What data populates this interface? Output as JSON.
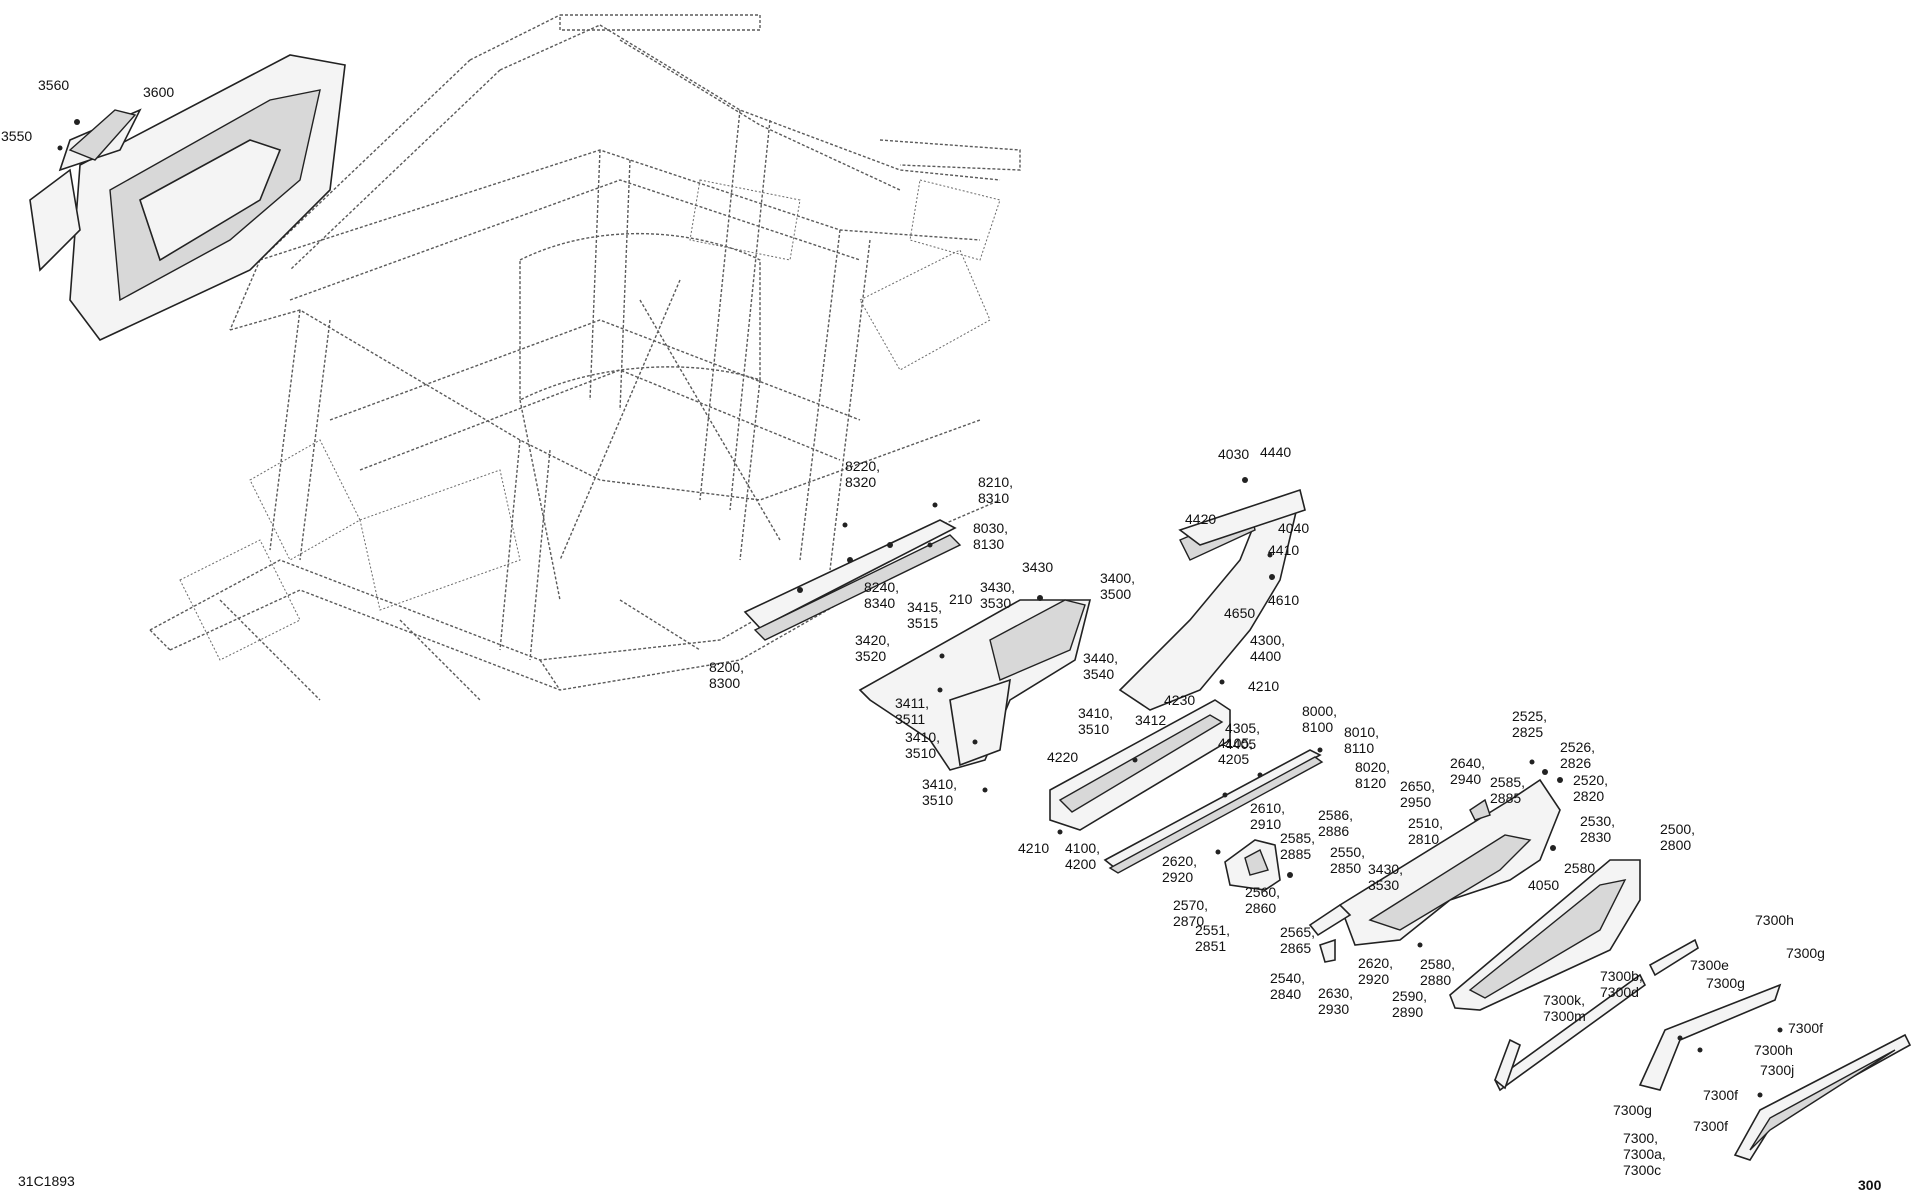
{
  "diagram_code": "31C1893",
  "page_number": "300",
  "callouts": [
    {
      "id": "c3560",
      "lines": [
        "3560"
      ]
    },
    {
      "id": "c3600",
      "lines": [
        "3600"
      ]
    },
    {
      "id": "c3550",
      "lines": [
        "3550"
      ]
    },
    {
      "id": "c4030",
      "lines": [
        "4030"
      ]
    },
    {
      "id": "c4440",
      "lines": [
        "4440"
      ]
    },
    {
      "id": "c4040",
      "lines": [
        "4040"
      ]
    },
    {
      "id": "c4420",
      "lines": [
        "4420"
      ]
    },
    {
      "id": "c4410",
      "lines": [
        "4410"
      ]
    },
    {
      "id": "c4610",
      "lines": [
        "4610"
      ]
    },
    {
      "id": "c4650",
      "lines": [
        "4650"
      ]
    },
    {
      "id": "c4300",
      "lines": [
        "4300,",
        "4400"
      ]
    },
    {
      "id": "c4210a",
      "lines": [
        "4210"
      ]
    },
    {
      "id": "c4230",
      "lines": [
        "4230"
      ]
    },
    {
      "id": "c8220",
      "lines": [
        "8220,",
        "8320"
      ]
    },
    {
      "id": "c8210",
      "lines": [
        "8210,",
        "8310"
      ]
    },
    {
      "id": "c8030",
      "lines": [
        "8030,",
        "8130"
      ]
    },
    {
      "id": "c8240",
      "lines": [
        "8240,",
        "8340"
      ]
    },
    {
      "id": "c3430a",
      "lines": [
        "3430"
      ]
    },
    {
      "id": "c3430b",
      "lines": [
        "3430,",
        "3530"
      ]
    },
    {
      "id": "c3400",
      "lines": [
        "3400,",
        "3500"
      ]
    },
    {
      "id": "c210",
      "lines": [
        "210"
      ]
    },
    {
      "id": "c3415",
      "lines": [
        "3415,",
        "3515"
      ]
    },
    {
      "id": "c3420",
      "lines": [
        "3420,",
        "3520"
      ]
    },
    {
      "id": "c8200",
      "lines": [
        "8200,",
        "8300"
      ]
    },
    {
      "id": "c3440",
      "lines": [
        "3440,",
        "3540"
      ]
    },
    {
      "id": "c3411",
      "lines": [
        "3411,",
        "3511"
      ]
    },
    {
      "id": "c3410a",
      "lines": [
        "3410,",
        "3510"
      ]
    },
    {
      "id": "c3410b",
      "lines": [
        "3410,",
        "3510"
      ]
    },
    {
      "id": "c3412",
      "lines": [
        "3412"
      ]
    },
    {
      "id": "c3410c",
      "lines": [
        "3410,",
        "3510"
      ]
    },
    {
      "id": "c4220",
      "lines": [
        "4220"
      ]
    },
    {
      "id": "c4305",
      "lines": [
        "4305,",
        "4405"
      ]
    },
    {
      "id": "c4105",
      "lines": [
        "4105,",
        "4205"
      ]
    },
    {
      "id": "c8000",
      "lines": [
        "8000,",
        "8100"
      ]
    },
    {
      "id": "c8010",
      "lines": [
        "8010,",
        "8110"
      ]
    },
    {
      "id": "c8020",
      "lines": [
        "8020,",
        "8120"
      ]
    },
    {
      "id": "c4210b",
      "lines": [
        "4210"
      ]
    },
    {
      "id": "c4100",
      "lines": [
        "4100,",
        "4200"
      ]
    },
    {
      "id": "c2525",
      "lines": [
        "2525,",
        "2825"
      ]
    },
    {
      "id": "c2526",
      "lines": [
        "2526,",
        "2826"
      ]
    },
    {
      "id": "c2640",
      "lines": [
        "2640,",
        "2940"
      ]
    },
    {
      "id": "c2585a",
      "lines": [
        "2585,",
        "2885"
      ]
    },
    {
      "id": "c2520",
      "lines": [
        "2520,",
        "2820"
      ]
    },
    {
      "id": "c2650",
      "lines": [
        "2650,",
        "2950"
      ]
    },
    {
      "id": "c2530",
      "lines": [
        "2530,",
        "2830"
      ]
    },
    {
      "id": "c2510",
      "lines": [
        "2510,",
        "2810"
      ]
    },
    {
      "id": "c2500",
      "lines": [
        "2500,",
        "2800"
      ]
    },
    {
      "id": "c2610",
      "lines": [
        "2610,",
        "2910"
      ]
    },
    {
      "id": "c2586",
      "lines": [
        "2586,",
        "2886"
      ]
    },
    {
      "id": "c2585b",
      "lines": [
        "2585,",
        "2885"
      ]
    },
    {
      "id": "c2550",
      "lines": [
        "2550,",
        "2850"
      ]
    },
    {
      "id": "c2620a",
      "lines": [
        "2620,",
        "2920"
      ]
    },
    {
      "id": "c3430c",
      "lines": [
        "3430,",
        "3530"
      ]
    },
    {
      "id": "c2580a",
      "lines": [
        "2580"
      ]
    },
    {
      "id": "c4050",
      "lines": [
        "4050"
      ]
    },
    {
      "id": "c2570",
      "lines": [
        "2570,",
        "2870"
      ]
    },
    {
      "id": "c2560",
      "lines": [
        "2560,",
        "2860"
      ]
    },
    {
      "id": "c2551",
      "lines": [
        "2551,",
        "2851"
      ]
    },
    {
      "id": "c2565",
      "lines": [
        "2565,",
        "2865"
      ]
    },
    {
      "id": "c2540",
      "lines": [
        "2540,",
        "2840"
      ]
    },
    {
      "id": "c2630",
      "lines": [
        "2630,",
        "2930"
      ]
    },
    {
      "id": "c2620b",
      "lines": [
        "2620,",
        "2920"
      ]
    },
    {
      "id": "c2590",
      "lines": [
        "2590,",
        "2890"
      ]
    },
    {
      "id": "c2580b",
      "lines": [
        "2580,",
        "2880"
      ]
    },
    {
      "id": "c7300h1",
      "lines": [
        "7300h"
      ]
    },
    {
      "id": "c7300g1",
      "lines": [
        "7300g"
      ]
    },
    {
      "id": "c7300e",
      "lines": [
        "7300e"
      ]
    },
    {
      "id": "c7300g2",
      "lines": [
        "7300g"
      ]
    },
    {
      "id": "c7300b",
      "lines": [
        "7300b,",
        "7300d"
      ]
    },
    {
      "id": "c7300k",
      "lines": [
        "7300k,",
        "7300m"
      ]
    },
    {
      "id": "c7300f1",
      "lines": [
        "7300f"
      ]
    },
    {
      "id": "c7300h2",
      "lines": [
        "7300h"
      ]
    },
    {
      "id": "c7300j",
      "lines": [
        "7300j"
      ]
    },
    {
      "id": "c7300f2",
      "lines": [
        "7300f"
      ]
    },
    {
      "id": "c7300g3",
      "lines": [
        "7300g"
      ]
    },
    {
      "id": "c7300f3",
      "lines": [
        "7300f"
      ]
    },
    {
      "id": "c7300",
      "lines": [
        "7300,",
        "7300a,",
        "7300c"
      ]
    }
  ]
}
